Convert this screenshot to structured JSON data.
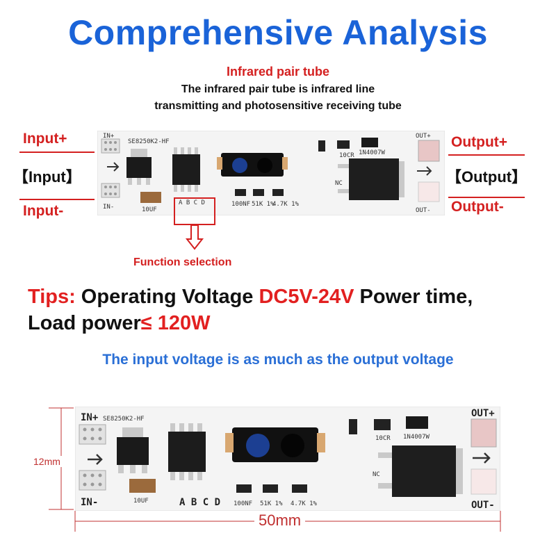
{
  "title": "Comprehensive Analysis",
  "infrared": {
    "heading": "Infrared pair tube",
    "line1": "The infrared pair tube is infrared line",
    "line2": "transmitting and photosensitive receiving tube"
  },
  "left_labels": {
    "input_plus": "Input+",
    "input": "【Input】",
    "input_minus": "Input-"
  },
  "right_labels": {
    "output_plus": "Output+",
    "output": "【Output】",
    "output_minus": "Output-"
  },
  "function_selection": "Function selection",
  "tips": {
    "label": "Tips:",
    "text1": " Operating Voltage ",
    "voltage": "DC5V-24V",
    "text2": " Power time,",
    "text3": "Load power",
    "le": "≤",
    "power": " 120W"
  },
  "note": "The input voltage is as much as the output voltage",
  "dimensions": {
    "height": "12mm",
    "width": "50mm"
  },
  "pcb": {
    "in_plus": "IN+",
    "in_minus": "IN-",
    "out_plus": "OUT+",
    "out_minus": "OUT-",
    "chip": "SE8250K2-HF",
    "cap": "10UF",
    "abcd": "A B C D",
    "r1": "100NF",
    "r2": "51K 1%",
    "r3": "4.7K 1%",
    "r4": "10CR",
    "diode": "1N4007W",
    "nc": "NC"
  },
  "colors": {
    "title_blue": "#1a63d8",
    "red": "#d42020",
    "note_blue": "#2a6fd6"
  }
}
